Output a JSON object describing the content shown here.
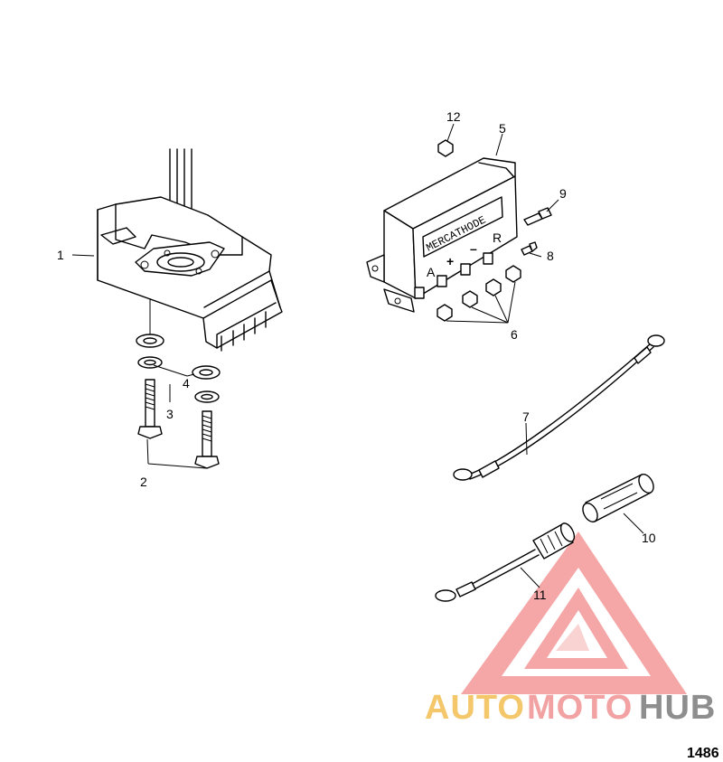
{
  "diagram": {
    "drawing_number": "1486",
    "rectifier_label": "MERCATHODE",
    "terminal_labels": [
      "A",
      "+",
      "–",
      "R"
    ],
    "callouts": [
      "1",
      "2",
      "3",
      "4",
      "5",
      "6",
      "7",
      "8",
      "9",
      "10",
      "11",
      "12"
    ],
    "watermark": {
      "part1": "AUTO",
      "part2": "MOTO",
      "part3": "HUB",
      "colors": {
        "auto": "#f4c76a",
        "moto": "#f2a2a2",
        "hub": "#8e8e8e",
        "logo": "#f28a8a"
      }
    }
  }
}
